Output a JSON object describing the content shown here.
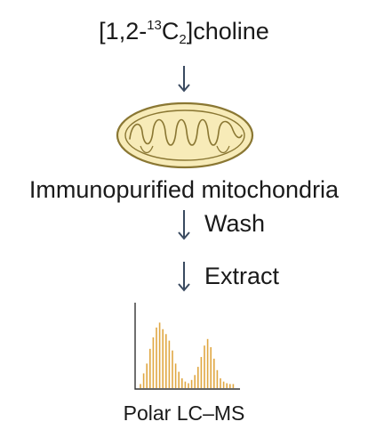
{
  "reagent": {
    "prefix": "[1,2-",
    "isotope_mass": "13",
    "element": "C",
    "atom_count": "2",
    "suffix": "]choline"
  },
  "sample": "Immunopurified mitochondria",
  "steps": [
    {
      "label": "Wash"
    },
    {
      "label": "Extract"
    }
  ],
  "method": "Polar LC–MS",
  "colors": {
    "arrow": "#3a4a60",
    "mito_fill": "#f7ebb8",
    "mito_stroke": "#8a7733",
    "peak": "#e0a742",
    "axis": "#333333",
    "text": "#1a1a1a"
  },
  "icons": [
    "mitochondrion-icon",
    "chromatogram-icon",
    "down-arrow-icon"
  ],
  "chart_data": {
    "type": "bar",
    "title": "",
    "xlabel": "",
    "ylabel": "",
    "grid": false,
    "values": [
      0.05,
      0.18,
      0.3,
      0.48,
      0.62,
      0.74,
      0.8,
      0.72,
      0.66,
      0.58,
      0.46,
      0.3,
      0.2,
      0.12,
      0.08,
      0.06,
      0.1,
      0.16,
      0.26,
      0.38,
      0.52,
      0.6,
      0.5,
      0.36,
      0.22,
      0.12,
      0.08,
      0.06,
      0.05,
      0.05
    ]
  }
}
